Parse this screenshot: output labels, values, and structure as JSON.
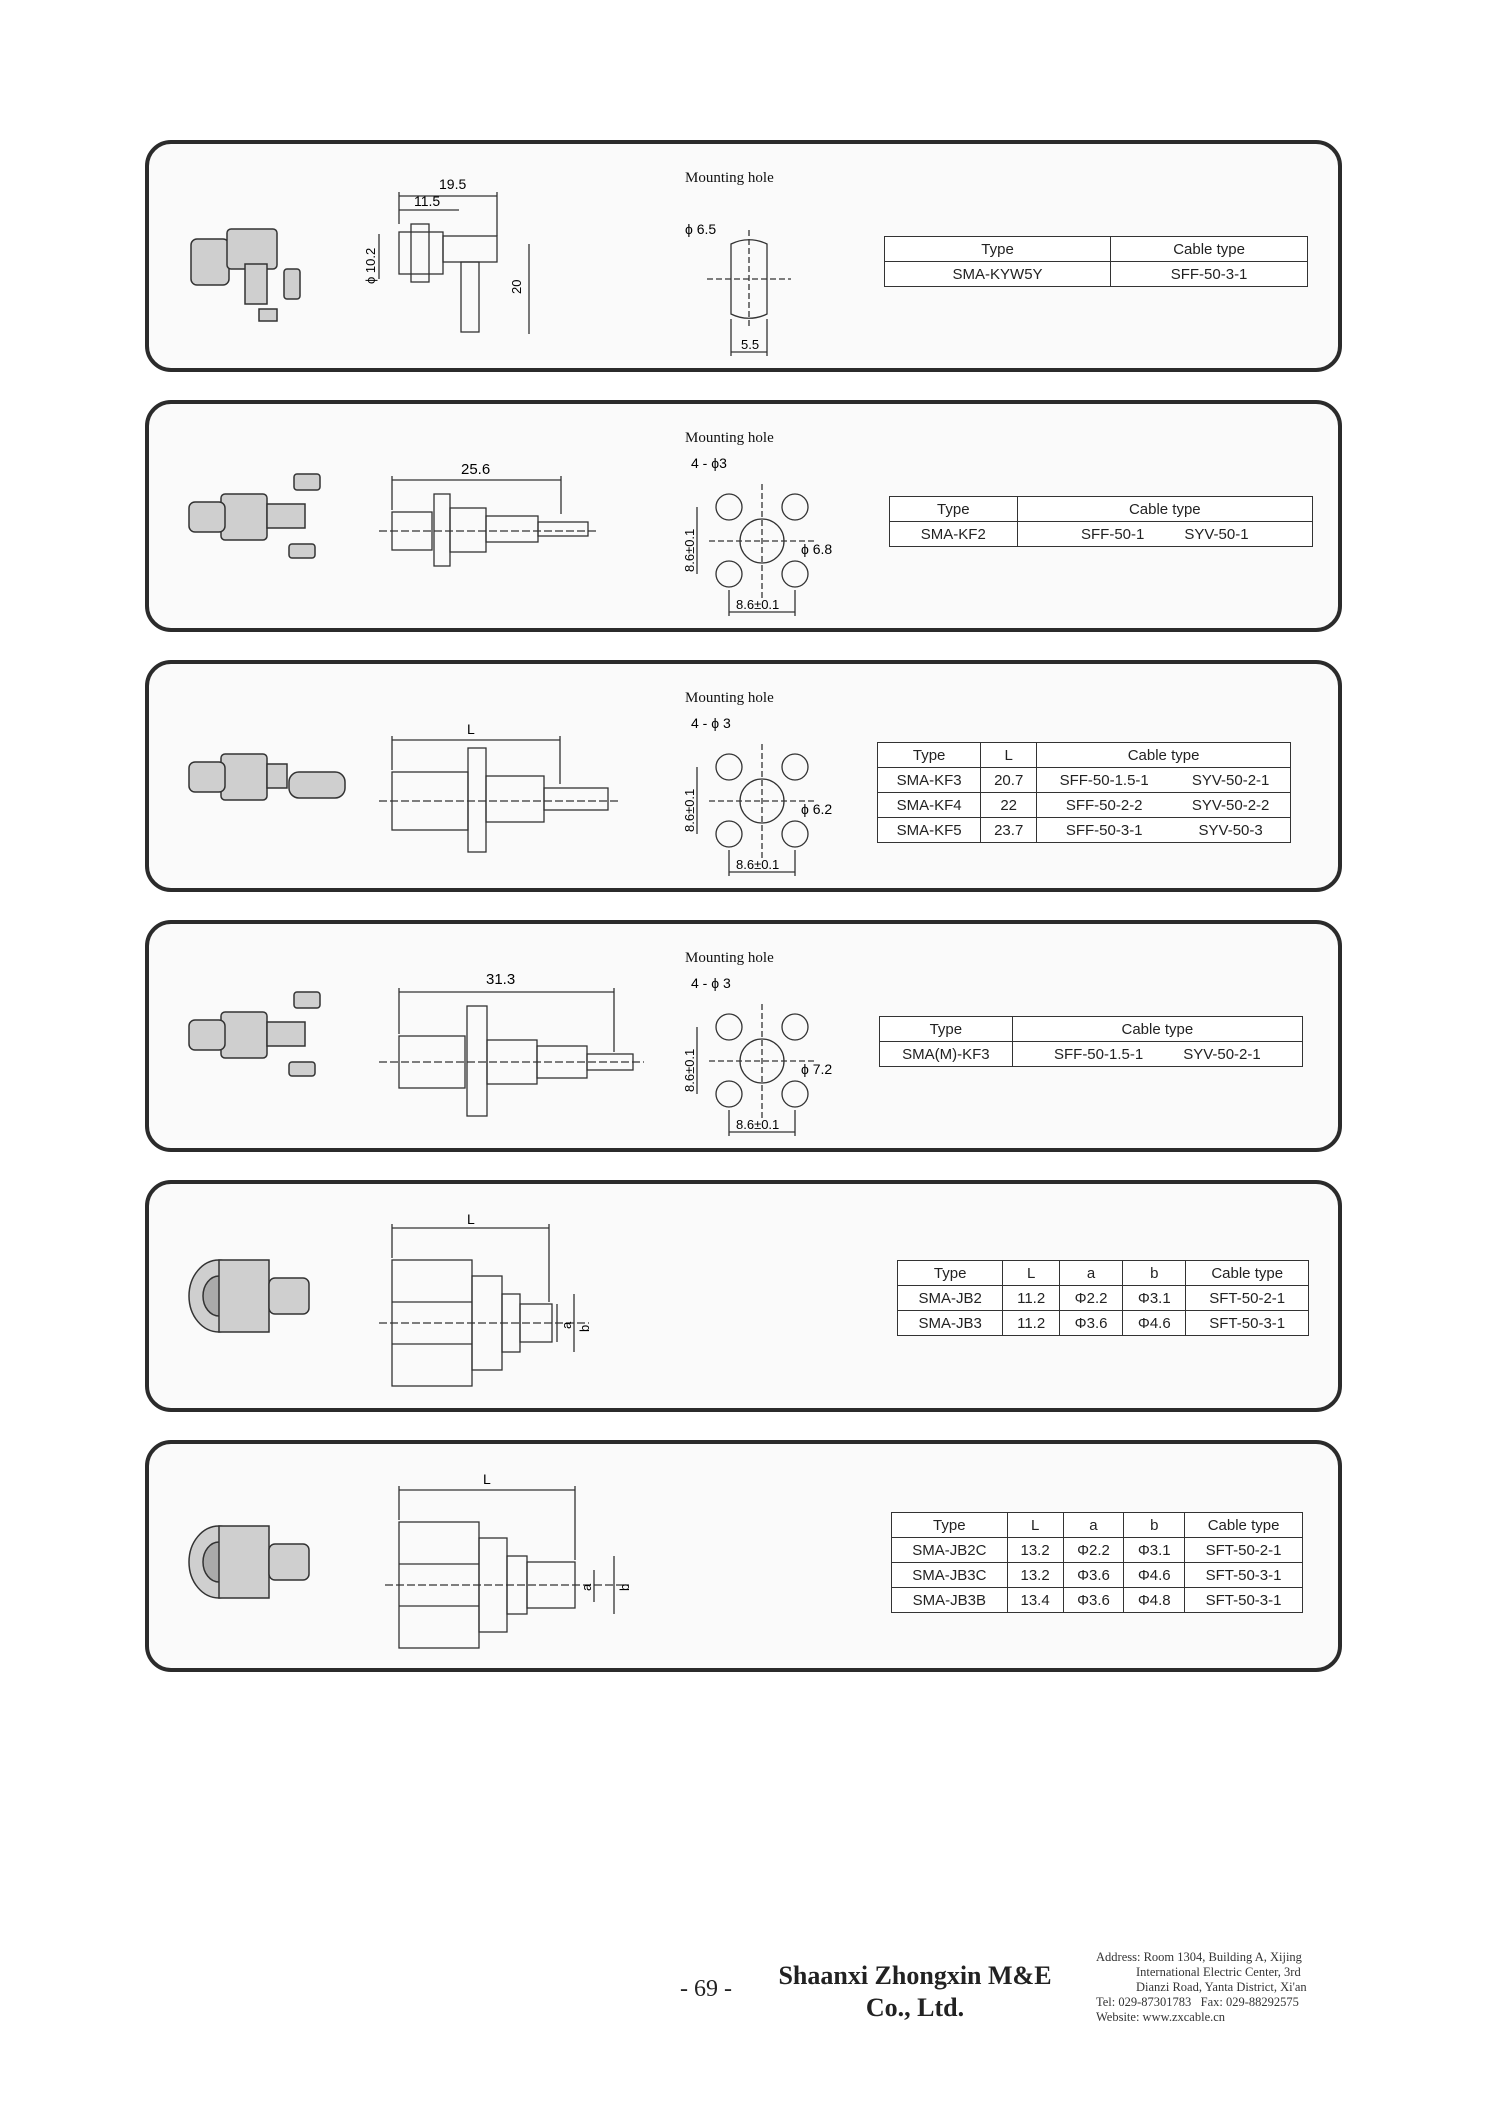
{
  "mounting_hole_label": "Mounting hole",
  "panels": [
    {
      "dims": [
        "19.5",
        "11.5",
        "ϕ 10.2",
        "20"
      ],
      "hole": [
        "ϕ 6.5",
        "5.5"
      ],
      "table": {
        "headers": [
          "Type",
          "Cable type"
        ],
        "rows": [
          [
            "SMA-KYW5Y",
            "SFF-50-3-1"
          ]
        ]
      }
    },
    {
      "dims": [
        "25.6"
      ],
      "hole": [
        "4 - ϕ3",
        "8.6±0.1",
        "ϕ 6.8",
        "8.6±0.1"
      ],
      "table": {
        "headers": [
          "Type",
          "Cable type"
        ],
        "rows": [
          [
            "SMA-KF2",
            "SFF-50-1",
            "SYV-50-1"
          ]
        ]
      }
    },
    {
      "dims": [
        "L"
      ],
      "hole": [
        "4 - ϕ 3",
        "8.6±0.1",
        "ϕ 6.2",
        "8.6±0.1"
      ],
      "table": {
        "headers": [
          "Type",
          "L",
          "Cable type"
        ],
        "rows": [
          [
            "SMA-KF3",
            "20.7",
            "SFF-50-1.5-1",
            "SYV-50-2-1"
          ],
          [
            "SMA-KF4",
            "22",
            "SFF-50-2-2",
            "SYV-50-2-2"
          ],
          [
            "SMA-KF5",
            "23.7",
            "SFF-50-3-1",
            "SYV-50-3"
          ]
        ]
      }
    },
    {
      "dims": [
        "31.3"
      ],
      "hole": [
        "4 - ϕ 3",
        "8.6±0.1",
        "ϕ 7.2",
        "8.6±0.1"
      ],
      "table": {
        "headers": [
          "Type",
          "Cable type"
        ],
        "rows": [
          [
            "SMA(M)-KF3",
            "SFF-50-1.5-1",
            "SYV-50-2-1"
          ]
        ]
      }
    },
    {
      "dims": [
        "L",
        "b",
        "a"
      ],
      "table": {
        "headers": [
          "Type",
          "L",
          "a",
          "b",
          "Cable type"
        ],
        "rows": [
          [
            "SMA-JB2",
            "11.2",
            "Φ2.2",
            "Φ3.1",
            "SFT-50-2-1"
          ],
          [
            "SMA-JB3",
            "11.2",
            "Φ3.6",
            "Φ4.6",
            "SFT-50-3-1"
          ]
        ]
      }
    },
    {
      "dims": [
        "L",
        "a",
        "b"
      ],
      "table": {
        "headers": [
          "Type",
          "L",
          "a",
          "b",
          "Cable type"
        ],
        "rows": [
          [
            "SMA-JB2C",
            "13.2",
            "Φ2.2",
            "Φ3.1",
            "SFT-50-2-1"
          ],
          [
            "SMA-JB3C",
            "13.2",
            "Φ3.6",
            "Φ4.6",
            "SFT-50-3-1"
          ],
          [
            "SMA-JB3B",
            "13.4",
            "Φ3.6",
            "Φ4.8",
            "SFT-50-3-1"
          ]
        ]
      }
    }
  ],
  "footer": {
    "page_number": "- 69 -",
    "company_line1": "Shaanxi Zhongxin M&E",
    "company_line2": "Co., Ltd.",
    "address_line1": "Address: Room 1304, Building A, Xijing",
    "address_line2": "International Electric Center, 3rd",
    "address_line3": "Dianzi Road, Yanta District, Xi'an",
    "tel": "Tel: 029-87301783",
    "fax": "Fax: 029-88292575",
    "website": "Website: www.zxcable.cn"
  }
}
